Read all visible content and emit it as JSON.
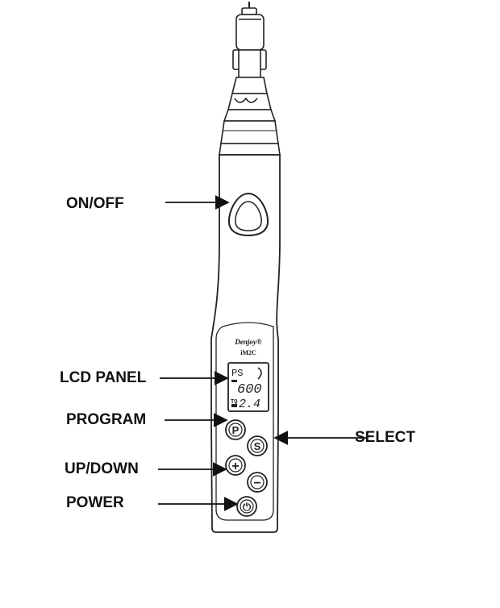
{
  "labels": {
    "on_off": "ON/OFF",
    "lcd_panel": "LCD PANEL",
    "program": "PROGRAM",
    "up_down": "UP/DOWN",
    "power": "POWER",
    "select": "SELECT"
  },
  "device": {
    "brand": "Denjoy®",
    "model": "iM2C",
    "lcd": {
      "program_code": "PS",
      "speed": "600",
      "torque_label": "TQ",
      "torque": "2.4"
    },
    "buttons": {
      "program": "P",
      "select": "S",
      "plus": "+",
      "minus": "−",
      "power": "⏻"
    }
  }
}
